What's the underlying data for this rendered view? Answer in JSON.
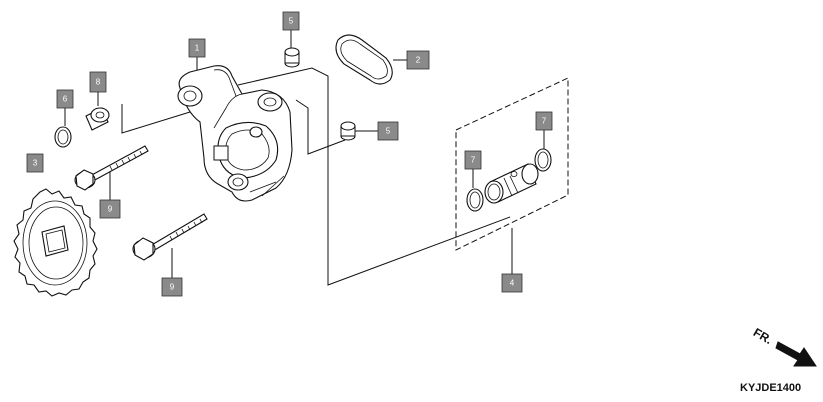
{
  "diagram": {
    "callouts": [
      "1",
      "2",
      "3",
      "4",
      "5",
      "5",
      "6",
      "7",
      "7",
      "8",
      "9",
      "9"
    ],
    "direction_label": "FR.",
    "drawing_code": "KYJDE1400"
  }
}
